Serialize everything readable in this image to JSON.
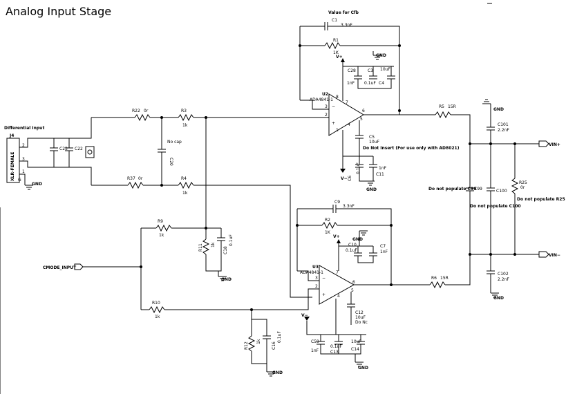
{
  "title": "Analog Input Stage",
  "labels": {
    "value_for_cfb": "Value for Cfb",
    "differential_input": "Differential Input",
    "j4": "J4",
    "xlr_female": "XLR-FEMALE",
    "pin2": "2",
    "pin3": "3",
    "pin1": "1",
    "pinG": "G",
    "gnd": "GND",
    "c1": "C1",
    "c1_val": "3.3nF",
    "r1": "R1",
    "r1_val": "1K",
    "vplus": "V+",
    "c28": "C28",
    "c28_val": "1nF",
    "c3": "C3",
    "c3_val": "0.1uF",
    "c4": "C4",
    "c4_val": "10uF",
    "u2": "U2",
    "u2_part": "ADA4841-1",
    "r22": "R22",
    "r22_val": "0r",
    "r3": "R3",
    "r3_val": "1k",
    "c23": "C23",
    "c22": "C22",
    "c20": "C20",
    "no_cap": "No cap",
    "r37": "R37",
    "r37_val": "0r",
    "r4": "R4",
    "r4_val": "1k",
    "c5": "C5",
    "c5_val": "10uF",
    "do_not_insert": "Do Not Insert (For use only with AD8021)",
    "c6": "C6",
    "c6_val": "0.1uF",
    "c11": "C11",
    "c11_val": "1nF",
    "vminus": "V−",
    "r5": "R5",
    "r5_val": "15R",
    "c101": "C101",
    "c101_val": "2.2nF",
    "c99": "C99",
    "not_pop_c99": "Do not populate C99",
    "c100": "C100",
    "not_pop_c100": "Do not populate C100",
    "r25": "R25",
    "r25_val": "0r",
    "not_pop_r25": "Do not populate R25",
    "vin_plus": "VIN+",
    "vin_minus": "VIN−",
    "c102": "C102",
    "c102_val": "2.2nF",
    "r6": "R6",
    "r6_val": "15R",
    "c9": "C9",
    "c9_val": "3.3nF",
    "r2": "R2",
    "r2_val": "1K",
    "c10": "C10",
    "c10_val": "0.1uF",
    "c7": "C7",
    "c7_val": "1nF",
    "u3": "U3",
    "u3_part": "ADA4841-1",
    "r9": "R9",
    "r9_val": "1k",
    "r11": "R11",
    "r11_val": "1k",
    "c18": "C18",
    "c18_val": "0.1uF",
    "cmode": "CMODE_INPUT",
    "r10": "R10",
    "r10_val": "1k",
    "r12": "R12",
    "r12_val": "1k",
    "c16": "C16",
    "c16_val": "0.1uF",
    "c12": "C12",
    "c12_val": "10uF",
    "c12_note": "Do Nc",
    "c59": "C59",
    "c59_val": "1nF",
    "c13": "C13",
    "c13_val": "0.1uF",
    "c14": "C14",
    "c14_val": "10uF",
    "op_pin8": "8",
    "op_pin7": "7",
    "op_pin6": "6",
    "op_pin5": "5",
    "op_pin4": "4",
    "op_pin3": "3",
    "op_pin2": "2",
    "op_pin1": "1",
    "minus_sign": "−",
    "plus_sign": "+"
  }
}
